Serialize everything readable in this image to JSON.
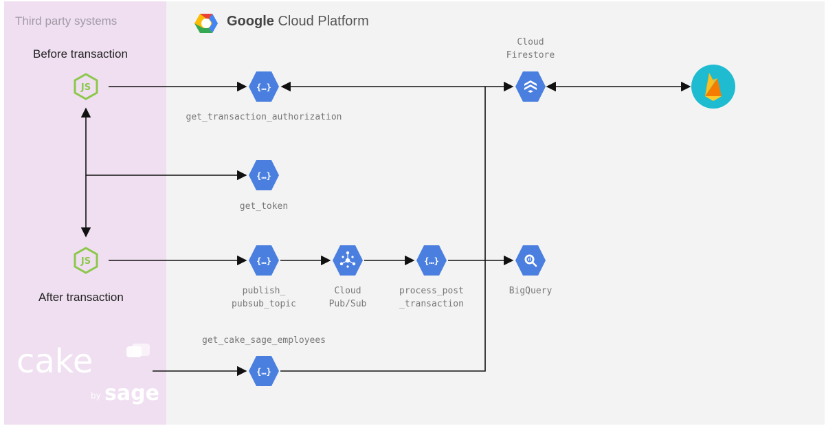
{
  "panels": {
    "third_party": {
      "label": "Third party systems"
    },
    "gcp": {
      "title_bold": "Google",
      "title_rest": " Cloud Platform"
    }
  },
  "clients": {
    "before": {
      "label": "Before transaction",
      "icon": "nodejs-icon"
    },
    "after": {
      "label": "After transaction",
      "icon": "nodejs-icon"
    }
  },
  "functions": {
    "get_transaction_authorization": "get_transaction_authorization",
    "get_token": "get_token",
    "publish_line1": "publish_",
    "publish_line2": "pubsub_topic",
    "process_line1": "process_post",
    "process_line2": "_transaction",
    "get_cake_sage_employees": "get_cake_sage_employees"
  },
  "services": {
    "pubsub_line1": "Cloud",
    "pubsub_line2": "Pub/Sub",
    "firestore_line1": "Cloud",
    "firestore_line2": "Firestore",
    "bigquery": "BigQuery"
  },
  "brand": {
    "cake": "cake",
    "by": "by",
    "sage": "sage"
  },
  "colors": {
    "gcp_blue": "#4a7fe0",
    "nodejs_green": "#8cc84b",
    "firebase_teal": "#1fbcd1",
    "third_party_bg": "#efdff1",
    "gcp_bg": "#f3f3f3"
  }
}
